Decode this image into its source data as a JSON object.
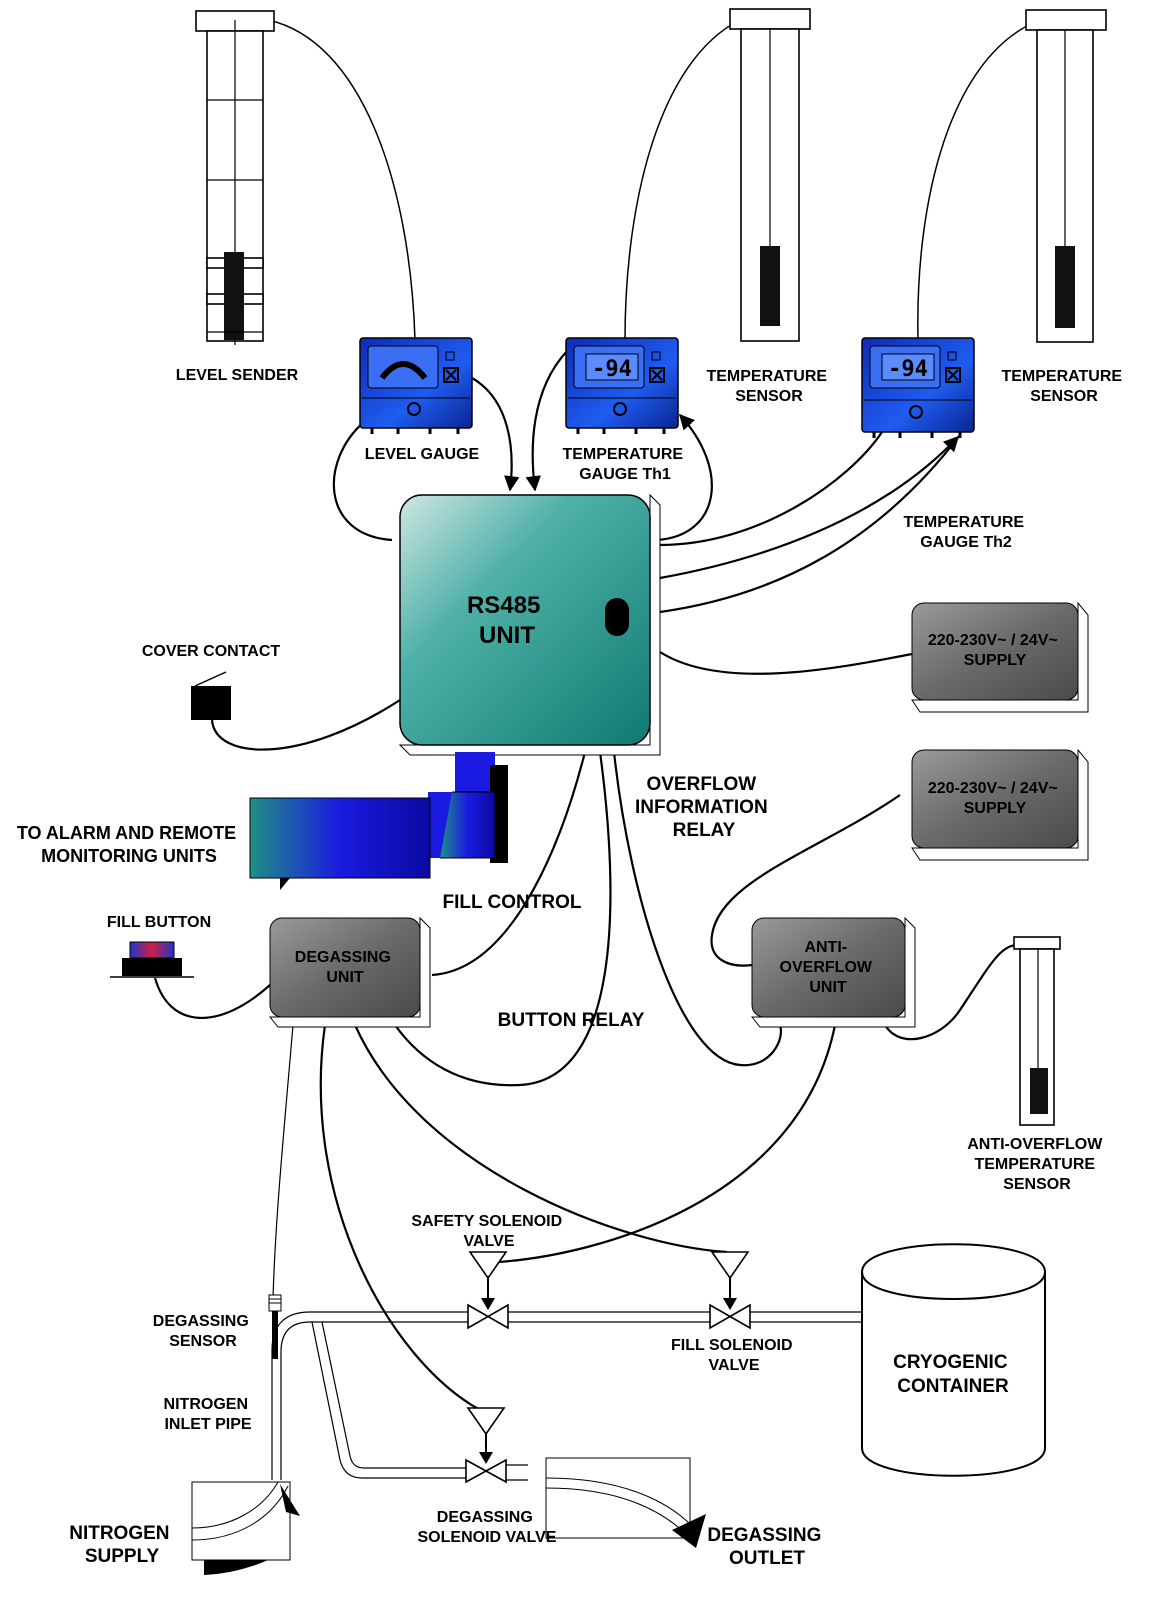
{
  "labels": {
    "level_sender": "LEVEL SENDER",
    "level_gauge": "LEVEL GAUGE",
    "temp_gauge_th1": [
      "TEMPERATURE",
      "GAUGE Th1"
    ],
    "temp_sensor_1": [
      "TEMPERATURE",
      "SENSOR"
    ],
    "temp_sensor_2": [
      "TEMPERATURE",
      "SENSOR"
    ],
    "temp_gauge_th2": [
      "TEMPERATURE",
      "GAUGE Th2"
    ],
    "rs485_unit": [
      "RS485",
      "UNIT"
    ],
    "cover_contact": "COVER CONTACT",
    "supply_1": [
      "220-230V~ / 24V~",
      "SUPPLY"
    ],
    "supply_2": [
      "220-230V~ / 24V~",
      "SUPPLY"
    ],
    "alarm_remote": [
      "TO ALARM AND REMOTE",
      "MONITORING UNITS"
    ],
    "overflow_relay": [
      "OVERFLOW",
      "INFORMATION",
      "RELAY"
    ],
    "fill_control": "FILL CONTROL",
    "fill_button": "FILL BUTTON",
    "degassing_unit": [
      "DEGASSING",
      "UNIT"
    ],
    "anti_overflow_unit": [
      "ANTI-",
      "OVERFLOW",
      "UNIT"
    ],
    "button_relay": "BUTTON RELAY",
    "anti_overflow_sensor": [
      "ANTI-OVERFLOW",
      "TEMPERATURE",
      "SENSOR"
    ],
    "safety_valve": [
      "SAFETY SOLENOID",
      "VALVE"
    ],
    "degassing_sensor": [
      "DEGASSING",
      "SENSOR"
    ],
    "fill_valve": [
      "FILL SOLENOID",
      "VALVE"
    ],
    "cryogenic_container": [
      "CRYOGENIC",
      "CONTAINER"
    ],
    "nitrogen_inlet": [
      "NITROGEN",
      "INLET PIPE"
    ],
    "degassing_valve": [
      "DEGASSING",
      "SOLENOID VALVE"
    ],
    "nitrogen_supply": [
      "NITROGEN",
      "SUPPLY"
    ],
    "degassing_outlet": [
      "DEGASSING",
      "OUTLET"
    ]
  },
  "gauge_readout": "-94",
  "colors": {
    "gauge_blue": "#1a3fd6",
    "rs485_teal": "#1f8f86",
    "unit_gray": "#6e6e6e",
    "cable_blue": "#1a1ae0",
    "sensor_black": "#111111"
  }
}
